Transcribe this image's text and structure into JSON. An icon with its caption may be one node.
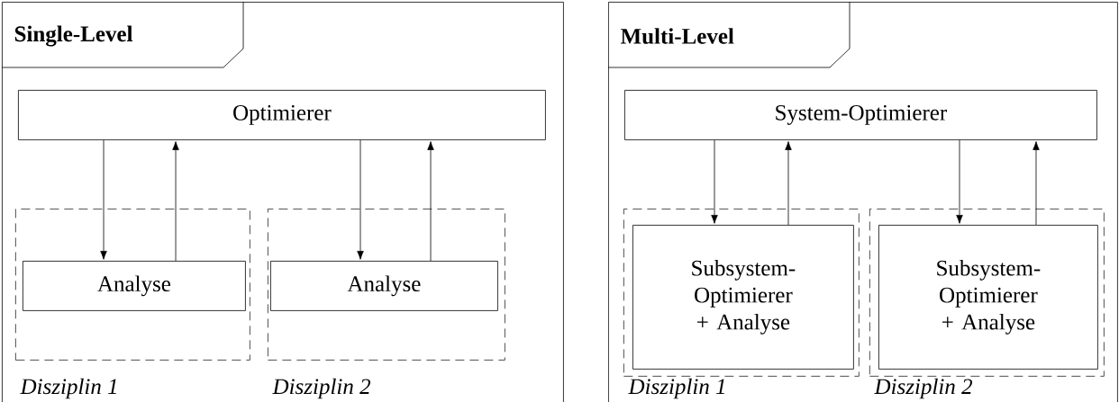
{
  "diagram": {
    "nodes": [
      {
        "text": [
          "Single-Level"
        ]
      },
      {
        "text": [
          "Optimierer"
        ],
        "in": 0
      },
      {
        "text": [
          "Disziplin 1"
        ],
        "in": 0
      },
      {
        "text": [
          "Analyse"
        ],
        "in": 2
      },
      {
        "text": [
          "Disziplin 2"
        ],
        "in": 0
      },
      {
        "text": [
          "Analyse"
        ],
        "in": 4
      },
      {
        "text": [
          "Multi-Level"
        ]
      },
      {
        "text": [
          "System-Optimierer"
        ],
        "in": 6
      },
      {
        "text": [
          "Disziplin 1"
        ],
        "in": 6
      },
      {
        "text": [
          "Subsystem- Optimierer + Analyse"
        ],
        "in": 8
      },
      {
        "text": [
          "Disziplin 2"
        ],
        "in": 6
      },
      {
        "text": [
          "Subsystem- Optimierer + Analyse"
        ],
        "in": 10
      }
    ],
    "edges": [
      {
        "from": 1,
        "to": 3,
        "arrow": "to"
      },
      {
        "from": 3,
        "to": 1,
        "arrow": "to"
      },
      {
        "from": 1,
        "to": 5,
        "arrow": "to"
      },
      {
        "from": 5,
        "to": 1,
        "arrow": "to"
      },
      {
        "from": 7,
        "to": 9,
        "arrow": "to"
      },
      {
        "from": 9,
        "to": 7,
        "arrow": "to"
      },
      {
        "from": 7,
        "to": 11,
        "arrow": "to"
      },
      {
        "from": 11,
        "to": 7,
        "arrow": "to"
      }
    ]
  }
}
